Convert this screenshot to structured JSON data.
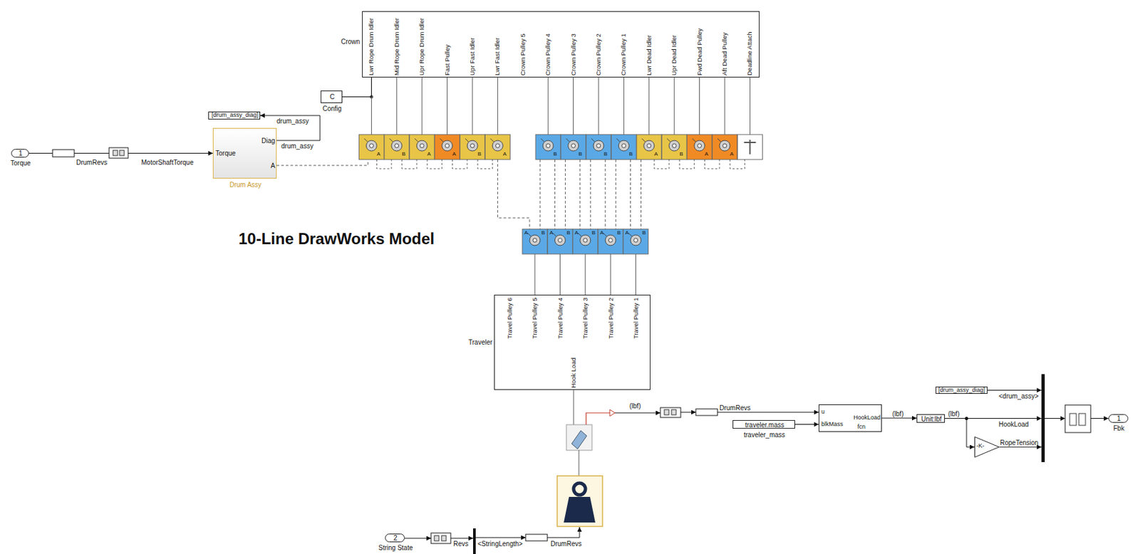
{
  "diagram": {
    "title": "10-Line DrawWorks Model",
    "nodes": [
      {
        "text": [
          "Crown",
          "Lwr Rope Drum Idler",
          "Mid Rope Drum Idler",
          "Upr Rope Drum Idler",
          "Fast Pulley",
          "Upr Fast Idler",
          "Lwr Fast Idler",
          "Crown Pulley 5",
          "Crown Pulley 4",
          "Crown Pulley 3",
          "Crown Pulley 2",
          "Crown Pulley 1",
          "Lwr Dead Idler",
          "Upr Dead Idler",
          "Fwd Dead Pulley",
          "Aft Dead Pulley",
          "Deadline Attach"
        ]
      },
      {
        "text": [
          "C",
          "Config"
        ]
      },
      {
        "text": [
          "[drum_assy_diag]"
        ]
      },
      {
        "text": [
          "1",
          "Torque"
        ]
      },
      {
        "text": [
          "Torque",
          "Diag",
          "A",
          "Drum Assy"
        ]
      },
      {
        "text": [
          "Traveler",
          "Travel Pulley 6",
          "Travel Pulley 5",
          "Travel Pulley 4",
          "Travel Pulley 3",
          "Travel Pulley 2",
          "Travel Pulley 1",
          "Hook Load"
        ]
      },
      {
        "text": [
          "traveler.mass",
          "traveler_mass"
        ]
      },
      {
        "text": [
          "u",
          "blkMass",
          "HookLoad",
          "fcn"
        ]
      },
      {
        "text": [
          "Unit:lbf"
        ]
      },
      {
        "text": [
          "-K-"
        ]
      },
      {
        "text": [
          "[drum_assy_diag]"
        ]
      },
      {
        "text": [
          "1",
          "Fbk"
        ]
      },
      {
        "text": [
          "2",
          "String State"
        ]
      }
    ],
    "edges": [
      {
        "from": 3,
        "to": 4,
        "arrow": "to"
      },
      {
        "from": 4,
        "to": 2,
        "label": "drum_assy",
        "arrow": "to"
      },
      {
        "from": 1,
        "to": 0,
        "arrow": "none"
      },
      {
        "from": 6,
        "to": 7,
        "arrow": "to"
      },
      {
        "from": 7,
        "to": 8,
        "label": "(lbf)",
        "arrow": "to"
      },
      {
        "from": 8,
        "to": 9,
        "arrow": "to"
      }
    ],
    "labels": [
      "drum_assy",
      "DrumRevs",
      "MotorShaftTorque",
      "A",
      "B",
      "A",
      "A",
      "B",
      "A",
      "B",
      "B",
      "B",
      "B",
      "A",
      "B",
      "A",
      "A",
      "A",
      "B",
      "A",
      "B",
      "A",
      "B",
      "A",
      "B",
      "A",
      "B",
      "(lbf)",
      "DrumRevs",
      "(lbf)",
      "HookLoad",
      "RopeTension",
      "<drum_assy>",
      "Revs",
      "<StringLength>",
      "DrumRevs"
    ]
  }
}
